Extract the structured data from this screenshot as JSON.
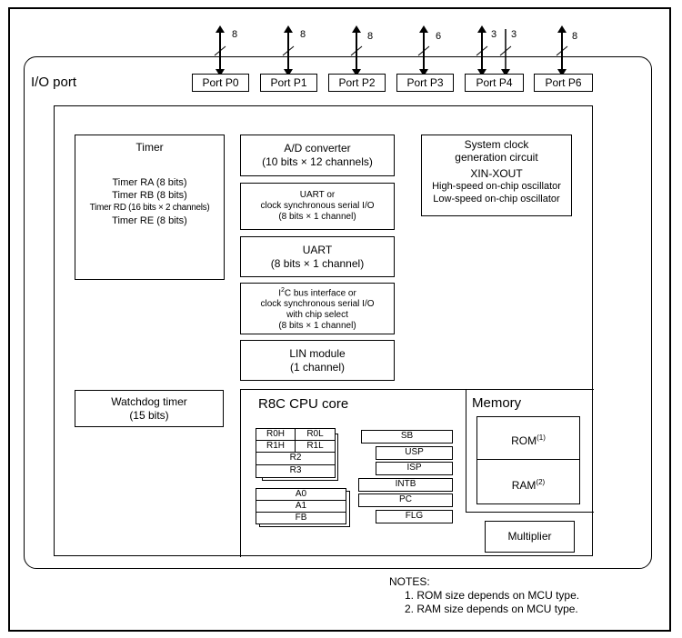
{
  "io_port": {
    "title": "I/O port"
  },
  "ports": [
    {
      "label": "Port P0",
      "width": "8"
    },
    {
      "label": "Port P1",
      "width": "8"
    },
    {
      "label": "Port P2",
      "width": "8"
    },
    {
      "label": "Port P3",
      "width": "6"
    },
    {
      "label": "Port P4",
      "width_left": "3",
      "width_right": "3"
    },
    {
      "label": "Port P6",
      "width": "8"
    }
  ],
  "timer": {
    "title": "Timer",
    "lines": [
      "Timer RA (8 bits)",
      "Timer RB (8 bits)",
      "Timer RD (16 bits × 2 channels)",
      "Timer RE (8 bits)"
    ]
  },
  "ad_converter": {
    "line1": "A/D converter",
    "line2": "(10 bits × 12 channels)"
  },
  "uart_csio": {
    "line1": "UART or",
    "line2": "clock synchronous serial I/O",
    "line3": "(8 bits × 1 channel)"
  },
  "uart": {
    "line1": "UART",
    "line2": "(8 bits × 1 channel)"
  },
  "i2c": {
    "line1_prefix": "I",
    "line1_sup": "2",
    "line1_suffix": "C bus interface or",
    "line2": "clock synchronous serial I/O",
    "line3": "with chip select",
    "line4": "(8 bits × 1 channel)"
  },
  "lin": {
    "line1": "LIN module",
    "line2": "(1 channel)"
  },
  "clock": {
    "line1": "System clock",
    "line2": "generation circuit",
    "line3": "XIN-XOUT",
    "line4": "High-speed on-chip oscillator",
    "line5": "Low-speed on-chip oscillator"
  },
  "watchdog": {
    "line1": "Watchdog timer",
    "line2": "(15 bits)"
  },
  "cpu": {
    "title": "R8C CPU core",
    "registers": {
      "r0h": "R0H",
      "r0l": "R0L",
      "r1h": "R1H",
      "r1l": "R1L",
      "r2": "R2",
      "r3": "R3",
      "a0": "A0",
      "a1": "A1",
      "fb": "FB",
      "sb": "SB",
      "usp": "USP",
      "isp": "ISP",
      "intb": "INTB",
      "pc": "PC",
      "flg": "FLG"
    }
  },
  "memory": {
    "title": "Memory",
    "rom": "ROM",
    "rom_note": "(1)",
    "ram": "RAM",
    "ram_note": "(2)"
  },
  "multiplier": {
    "label": "Multiplier"
  },
  "notes": {
    "title": "NOTES:",
    "items": [
      "1. ROM size depends on MCU type.",
      "2. RAM size depends on MCU type."
    ]
  }
}
